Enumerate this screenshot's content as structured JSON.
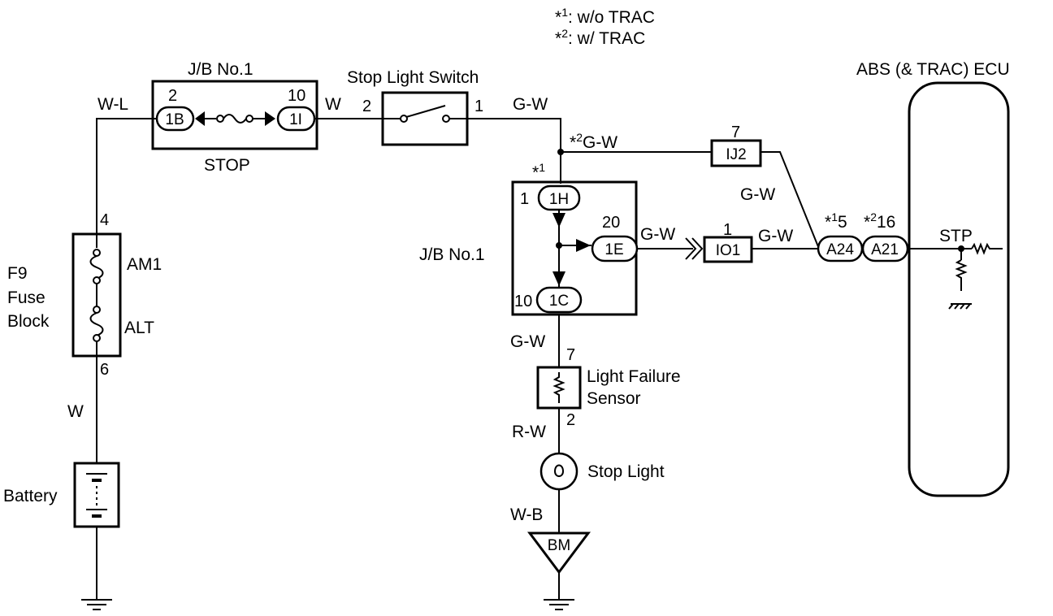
{
  "notes": {
    "star1_mark": "*",
    "star1_num": "1",
    "star1_text": ": w/o TRAC",
    "star2_mark": "*",
    "star2_num": "2",
    "star2_text": ": w/ TRAC"
  },
  "components": {
    "jb_top_title": "J/B No.1",
    "jb_top_fuse": "STOP",
    "stop_light_switch": "Stop Light Switch",
    "fuse_block_line1": "F9",
    "fuse_block_line2": "Fuse",
    "fuse_block_line3": "Block",
    "fuse_am1": "AM1",
    "fuse_alt": "ALT",
    "battery": "Battery",
    "jb_mid_title": "J/B No.1",
    "light_failure_line1": "Light Failure",
    "light_failure_line2": "Sensor",
    "stop_light": "Stop Light",
    "ground_bm": "BM",
    "ecu": "ABS (& TRAC) ECU",
    "ecu_stp": "STP"
  },
  "connectors": {
    "c1B": "1B",
    "c1I": "1I",
    "c1H": "1H",
    "c1E": "1E",
    "c1C": "1C",
    "cIJ2": "IJ2",
    "cIO1": "IO1",
    "cA24": "A24",
    "cA21": "A21"
  },
  "pins": {
    "jb_top_1B": "2",
    "jb_top_1I": "10",
    "switch_in": "2",
    "switch_out": "1",
    "fuse_top": "4",
    "fuse_bottom": "6",
    "jb_mid_1H": "1",
    "jb_mid_1E": "20",
    "jb_mid_1C": "10",
    "ij2": "7",
    "io1": "1",
    "a24": "5",
    "a21": "16",
    "lfs_in": "7",
    "lfs_out": "2"
  },
  "marks": {
    "star": "*",
    "a24_star_num": "1",
    "a21_star_num": "2",
    "branch_star_num": "2",
    "jb_mid_star_num": "1"
  },
  "wires": {
    "w_l": "W-L",
    "w_top": "W",
    "g_w_top": "G-W",
    "g_w_branch": "G-W",
    "g_w_ij2_down": "G-W",
    "g_w_1e": "G-W",
    "g_w_io1": "G-W",
    "g_w_down": "G-W",
    "r_w": "R-W",
    "w_b": "W-B",
    "w_battery": "W"
  }
}
